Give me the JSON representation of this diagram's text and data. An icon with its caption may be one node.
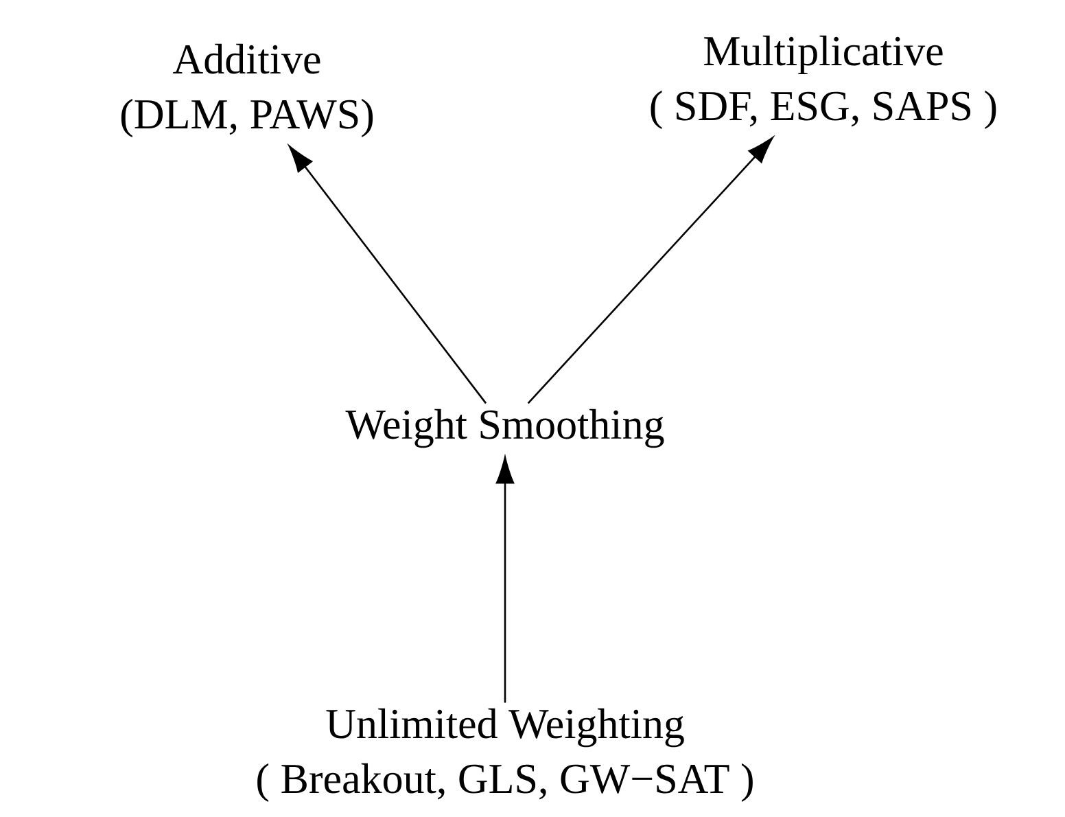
{
  "diagram": {
    "nodes": [
      {
        "text": [
          "Additive",
          "(DLM, PAWS)"
        ]
      },
      {
        "text": [
          "Multiplicative",
          "( SDF, ESG, SAPS )"
        ]
      },
      {
        "text": [
          "Weight Smoothing"
        ]
      },
      {
        "text": [
          "Unlimited Weighting",
          "( Breakout, GLS, GW−SAT )"
        ]
      }
    ],
    "edges": [
      {
        "from": 2,
        "to": 0,
        "arrow": "to"
      },
      {
        "from": 2,
        "to": 1,
        "arrow": "to"
      },
      {
        "from": 3,
        "to": 2,
        "arrow": "to"
      }
    ]
  }
}
